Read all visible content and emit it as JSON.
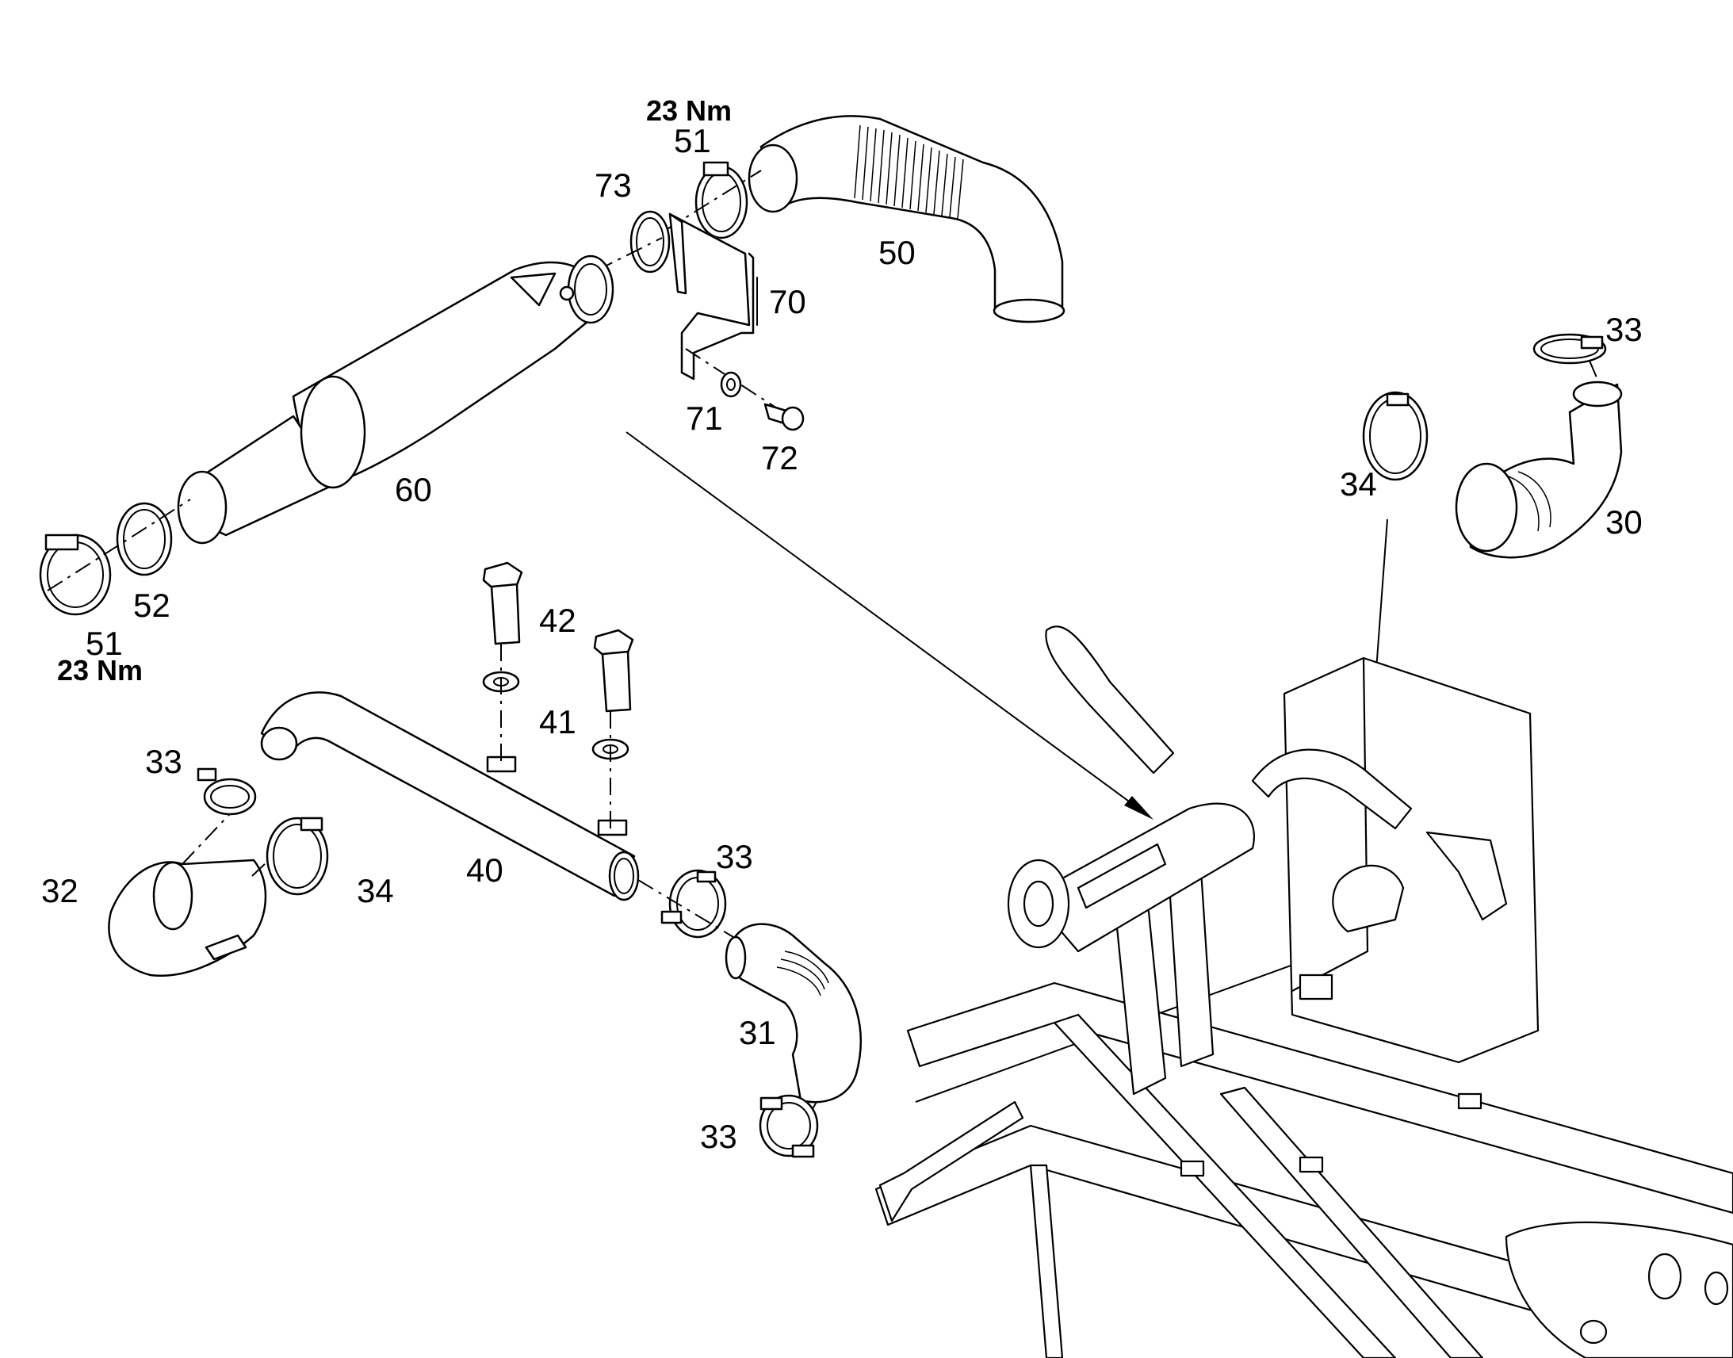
{
  "callouts": {
    "c23nm_top": "23 Nm",
    "c51_top": "51",
    "c73": "73",
    "c50": "50",
    "c70": "70",
    "c71": "71",
    "c72": "72",
    "c60": "60",
    "c52": "52",
    "c51_bottom": "51",
    "c23nm_bottom": "23 Nm",
    "c42": "42",
    "c41": "41",
    "c40": "40",
    "c33_left": "33",
    "c32": "32",
    "c34_left": "34",
    "c33_mid": "33",
    "c31": "31",
    "c33_bottom": "33",
    "c33_right": "33",
    "c34_right": "34",
    "c30": "30"
  }
}
